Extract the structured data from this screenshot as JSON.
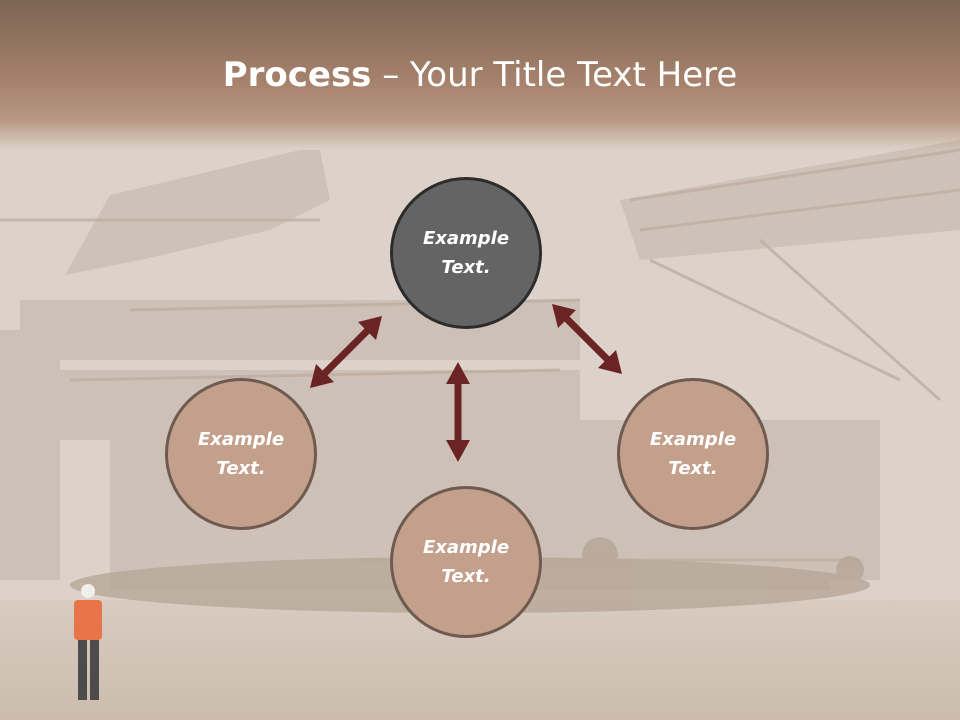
{
  "slide": {
    "title_bold": "Process",
    "title_rest": " – Your Title Text Here"
  },
  "cycle": {
    "top_circle": "Example\nText.",
    "left_circle": "Example\nText.",
    "right_circle": "Example\nText.",
    "bottom_circle": "Example\nText."
  },
  "colors": {
    "arrow": "#6b2424",
    "circle_dark": "#646464",
    "circle_tan": "#c3a08b",
    "title_band": "#a6826c"
  },
  "icons": [
    "double-arrow-icon"
  ]
}
